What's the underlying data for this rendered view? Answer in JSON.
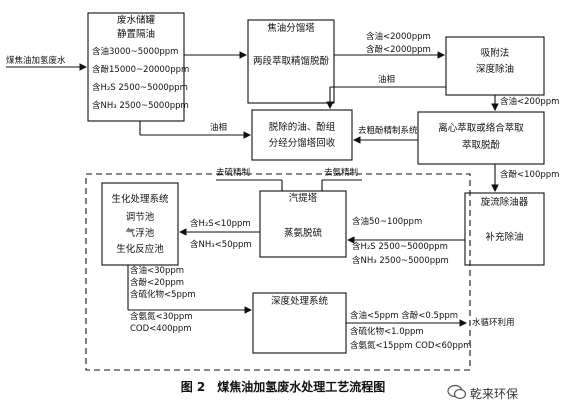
{
  "input_label": "煤焦油加氢废水",
  "box_storage": {
    "title": "废水储罐",
    "subtitle": "静置隔油",
    "lines": [
      "含油3000~5000ppm",
      "含酚15000~20000ppm",
      "含H₂S 2500~5000ppm",
      "含NH₃ 2500~5000ppm"
    ]
  },
  "box_tower": {
    "title": "焦油分馏塔",
    "body": "两段萃取精馏脱酚"
  },
  "box_adsorb": {
    "line1": "吸附法",
    "line2": "深度除油"
  },
  "box_recover": {
    "line1": "脱除的油、酚组",
    "line2": "分经分馏塔回收"
  },
  "box_extract": {
    "line1": "离心萃取或络合萃取",
    "line2": "萃取脱酚"
  },
  "box_cyclone": {
    "title": "旋流除油器",
    "body": "补充除油"
  },
  "box_stripper": {
    "title": "汽提塔",
    "body": "蒸氨脱硫"
  },
  "box_bio": {
    "title": "生化处理系统",
    "lines": [
      "调节池",
      "气浮池",
      "生化反应池"
    ]
  },
  "box_deep": {
    "title": "深度处理系统"
  },
  "labels": {
    "oil_2000": "含油<2000ppm",
    "phenol_2000": "含酚<2000ppm",
    "oil_phase_top": "油相",
    "oil_phase_left": "油相",
    "oil_200": "含油<200ppm",
    "crude_phenol": "去粗酚精制系统",
    "phenol_100": "含酚<100ppm",
    "desulf_refine": "去硫精制",
    "ammonia_refine": "去氨精制",
    "h2s_10": "含H₂S<10ppm",
    "nh3_50": "含NH₃<50ppm",
    "oil_50_100": "含油50~100ppm",
    "h2s_range": "含H₂S 2500~5000ppm",
    "nh3_range": "含NH₃ 2500~5000ppm",
    "bio_out": [
      "含油<30ppm",
      "含酚<20ppm",
      "含硫化物<5ppm",
      "含氨氮<30ppm",
      "COD<400ppm"
    ],
    "deep_out": [
      "含油<5ppm 含酚<0.5ppm",
      "含硫化物<1.0ppm",
      "含氨氮<15ppm COD<60ppm"
    ],
    "reuse": "水循环利用"
  },
  "caption": "图 2　煤焦油加氢废水处理工艺流程图",
  "watermark": "乾来环保"
}
